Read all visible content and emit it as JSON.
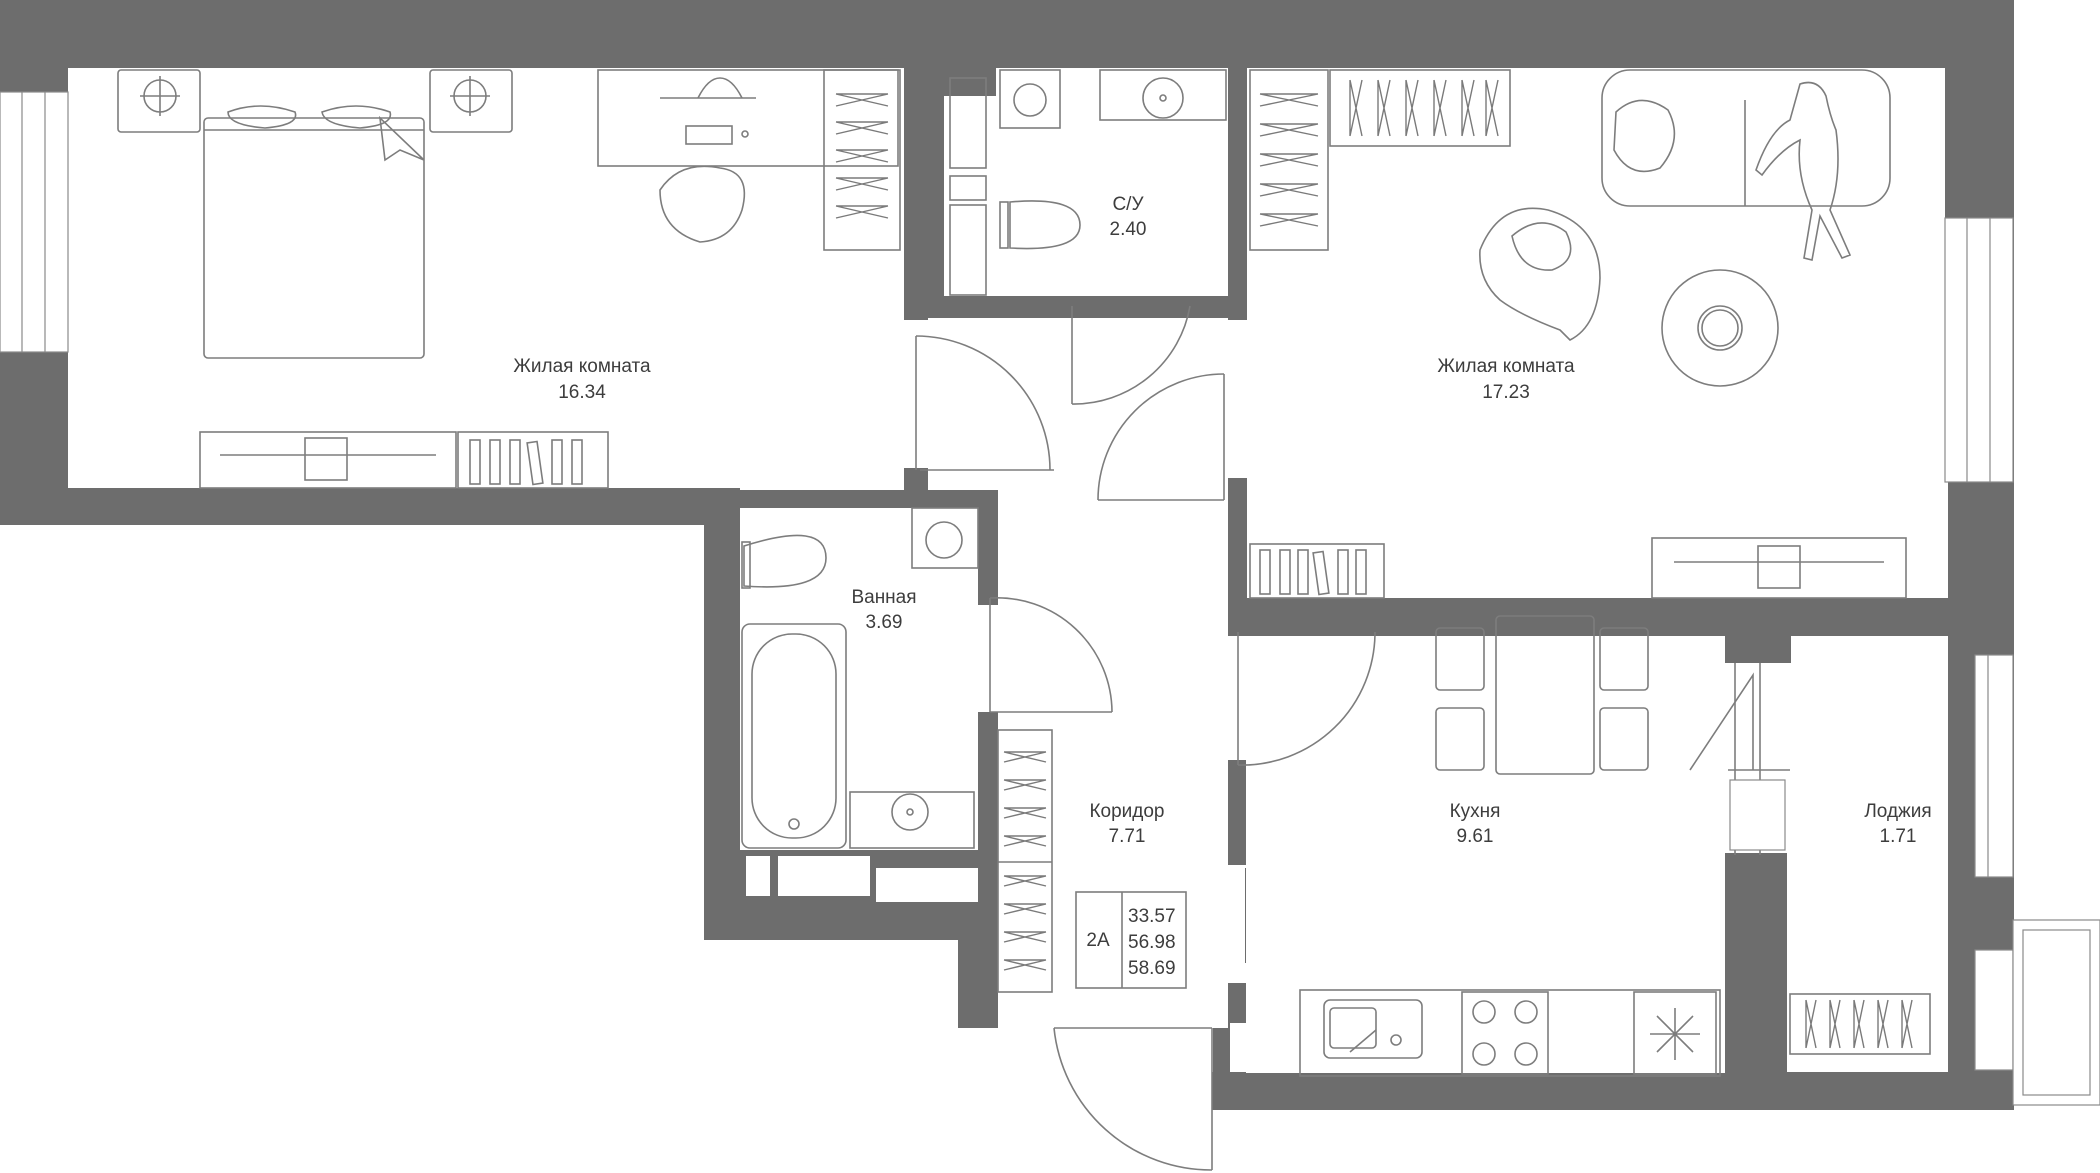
{
  "rooms": [
    {
      "id": "living-left",
      "name": "Жилая комната",
      "area": "16.34"
    },
    {
      "id": "wc",
      "name": "С/У",
      "area": "2.40"
    },
    {
      "id": "living-right",
      "name": "Жилая комната",
      "area": "17.23"
    },
    {
      "id": "bathroom",
      "name": "Ванная",
      "area": "3.69"
    },
    {
      "id": "corridor",
      "name": "Коридор",
      "area": "7.71"
    },
    {
      "id": "kitchen",
      "name": "Кухня",
      "area": "9.61"
    },
    {
      "id": "loggia",
      "name": "Лоджия",
      "area": "1.71"
    }
  ],
  "summary": {
    "type": "2А",
    "areas": [
      "33.57",
      "56.98",
      "58.69"
    ]
  },
  "colors": {
    "wall": "#6d6d6d",
    "line": "#7d7d7d",
    "text": "#3d3d3d",
    "background": "#ffffff"
  }
}
